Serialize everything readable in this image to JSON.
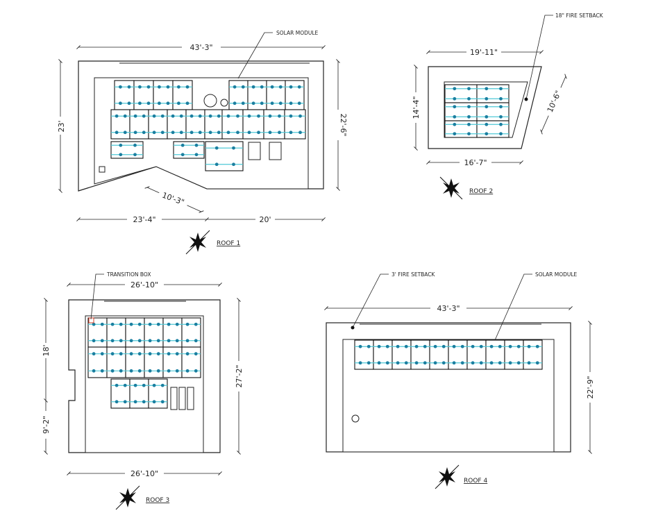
{
  "roof1": {
    "title": "ROOF 1",
    "dim_top": "43'-3\"",
    "dim_left": "23'",
    "dim_right": "22'-6\"",
    "dim_bottom_left": "23'-4\"",
    "dim_bottom_right": "20'",
    "dim_diag": "10'-3\"",
    "callout": "SOLAR MODULE"
  },
  "roof2": {
    "title": "ROOF 2",
    "dim_top": "19'-11\"",
    "dim_left": "14'-4\"",
    "dim_bottom": "16'-7\"",
    "dim_diag": "10'-6\"",
    "callout": "18\" FIRE SETBACK"
  },
  "roof3": {
    "title": "ROOF 3",
    "dim_top": "26'-10\"",
    "dim_bottom": "26'-10\"",
    "dim_left_upper": "18'",
    "dim_left_lower": "9'-2\"",
    "dim_right": "27'-2\"",
    "callout": "TRANSITION BOX"
  },
  "roof4": {
    "title": "ROOF 4",
    "dim_top": "43'-3\"",
    "dim_right": "22'-9\"",
    "callout_left": "3' FIRE SETBACK",
    "callout_right": "SOLAR MODULE"
  },
  "colors": {
    "hatch": "#d9a98a",
    "rail": "#4ec8d6",
    "attachment": "#1b7fa0"
  }
}
